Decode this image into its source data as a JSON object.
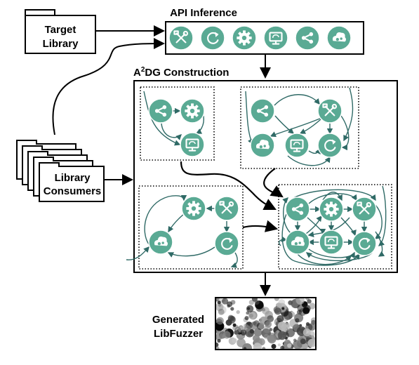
{
  "labels": {
    "target_line1": "Target",
    "target_line2": "Library",
    "api_inference": "API Inference",
    "a2dg_prefix": "A",
    "a2dg_sup": "2",
    "a2dg_suffix": "DG Construction",
    "consumers_line1": "Library",
    "consumers_line2": "Consumers",
    "generated_line1": "Generated",
    "generated_line2": "LibFuzzer"
  },
  "api_icons": [
    "tools-icon",
    "refresh-icon",
    "gear-icon",
    "monitor-icon",
    "share-icon",
    "cloud-icon"
  ],
  "colors": {
    "node": "#5aaa94",
    "node_dark": "#3c7f70",
    "edge": "#2f6a66",
    "ink": "#000000"
  }
}
